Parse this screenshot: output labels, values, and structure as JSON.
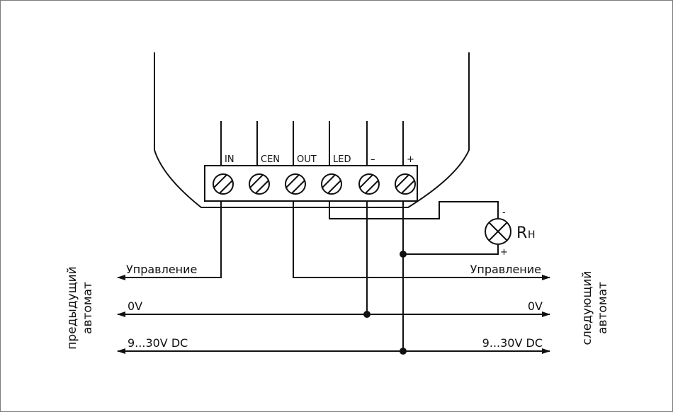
{
  "diagram": {
    "type": "wiring-diagram",
    "terminals": [
      {
        "id": "IN",
        "label": "IN"
      },
      {
        "id": "CEN",
        "label": "CEN"
      },
      {
        "id": "OUT",
        "label": "OUT"
      },
      {
        "id": "LED",
        "label": "LED"
      },
      {
        "id": "MINUS",
        "label": "–"
      },
      {
        "id": "PLUS",
        "label": "+"
      }
    ],
    "load": {
      "label": "R",
      "subscript": "Н",
      "minus": "-",
      "plus": "+"
    },
    "left_side": {
      "caption_line1": "предыдущий",
      "caption_line2": "автомат",
      "lines": [
        "Управление",
        "0V",
        "9...30V DC"
      ]
    },
    "right_side": {
      "caption_line1": "следующий",
      "caption_line2": "автомат",
      "lines": [
        "Управление",
        "0V",
        "9...30V DC"
      ]
    },
    "colors": {
      "line": "#111111",
      "background": "#ffffff",
      "frame": "#7a7a7a"
    }
  }
}
